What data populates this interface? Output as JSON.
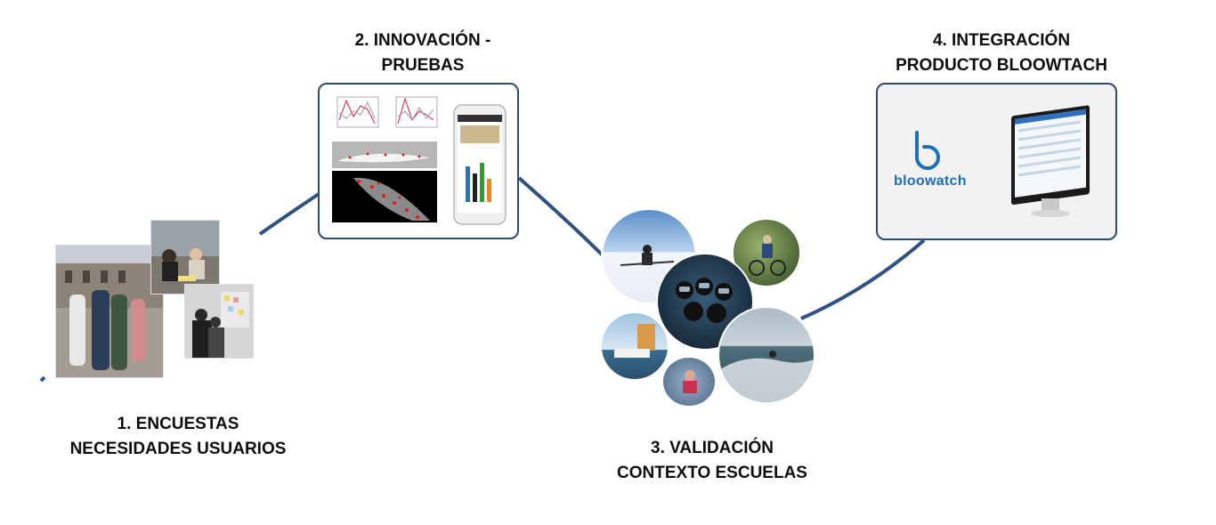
{
  "steps": [
    {
      "title_line1": "1. ENCUESTAS",
      "title_line2": "NECESIDADES USUARIOS"
    },
    {
      "title_line1": "2. INNOVACIÓN -",
      "title_line2": "PRUEBAS"
    },
    {
      "title_line1": "3. VALIDACIÓN",
      "title_line2": "CONTEXTO ESCUELAS"
    },
    {
      "title_line1": "4. INTEGRACIÓN",
      "title_line2": "PRODUCTO BLOOWTACH"
    }
  ],
  "brand": {
    "name": "bloowatch"
  },
  "colors": {
    "path": "#2f5283",
    "card_border": "#2f4a72",
    "brand": "#1c6fb6"
  }
}
